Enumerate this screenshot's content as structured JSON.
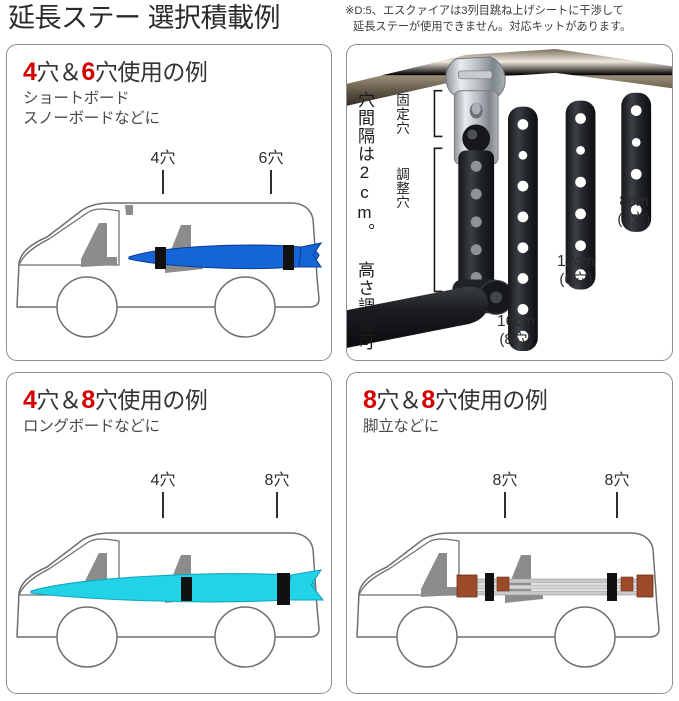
{
  "header": {
    "title": "延長ステー 選択積載例",
    "note_line1": "※D:5、エスクァイアは3列目跳ね上げシートに干渉して",
    "note_line2": "延長ステーが使用できません。対応キットがあります。"
  },
  "colors": {
    "accent_red": "#d60000",
    "panel_border": "#8d8d8d",
    "shortboard_blue": "#1565d8",
    "longboard_cyan": "#22d3e8",
    "seat_gray": "#8c8c8c",
    "ladder_brown": "#9c4a2a",
    "text_dark": "#2d2d2d"
  },
  "panels": [
    {
      "id": "panel-top-left",
      "heading": {
        "n1": "4",
        "t1": "穴",
        "amp": "＆",
        "n2": "6",
        "t2": "穴使用の例"
      },
      "subtitle_line1": "ショートボード",
      "subtitle_line2": "スノーボードなどに",
      "callouts": [
        {
          "label": "4穴"
        },
        {
          "label": "6穴"
        }
      ]
    },
    {
      "id": "panel-top-right",
      "vertical_note": "穴間隔は2cm。 高さ調整可",
      "vertical_note_white_part": "調整可",
      "label_fixed_hole": "固定穴",
      "label_adjust_hole": "調整穴",
      "stays": [
        {
          "size": "16cm",
          "holes": "(8穴)",
          "hole_count": 8
        },
        {
          "size": "12cm",
          "holes": "(6穴)",
          "hole_count": 6
        },
        {
          "size": "8cm",
          "holes": "(4穴)",
          "hole_count": 4
        }
      ]
    },
    {
      "id": "panel-bottom-left",
      "heading": {
        "n1": "4",
        "t1": "穴",
        "amp": "＆",
        "n2": "8",
        "t2": "穴使用の例"
      },
      "subtitle_line1": "ロングボードなどに",
      "subtitle_line2": "",
      "callouts": [
        {
          "label": "4穴"
        },
        {
          "label": "8穴"
        }
      ]
    },
    {
      "id": "panel-bottom-right",
      "heading": {
        "n1": "8",
        "t1": "穴",
        "amp": "＆",
        "n2": "8",
        "t2": "穴使用の例"
      },
      "subtitle_line1": "脚立などに",
      "subtitle_line2": "",
      "callouts": [
        {
          "label": "8穴"
        },
        {
          "label": "8穴"
        }
      ]
    }
  ]
}
